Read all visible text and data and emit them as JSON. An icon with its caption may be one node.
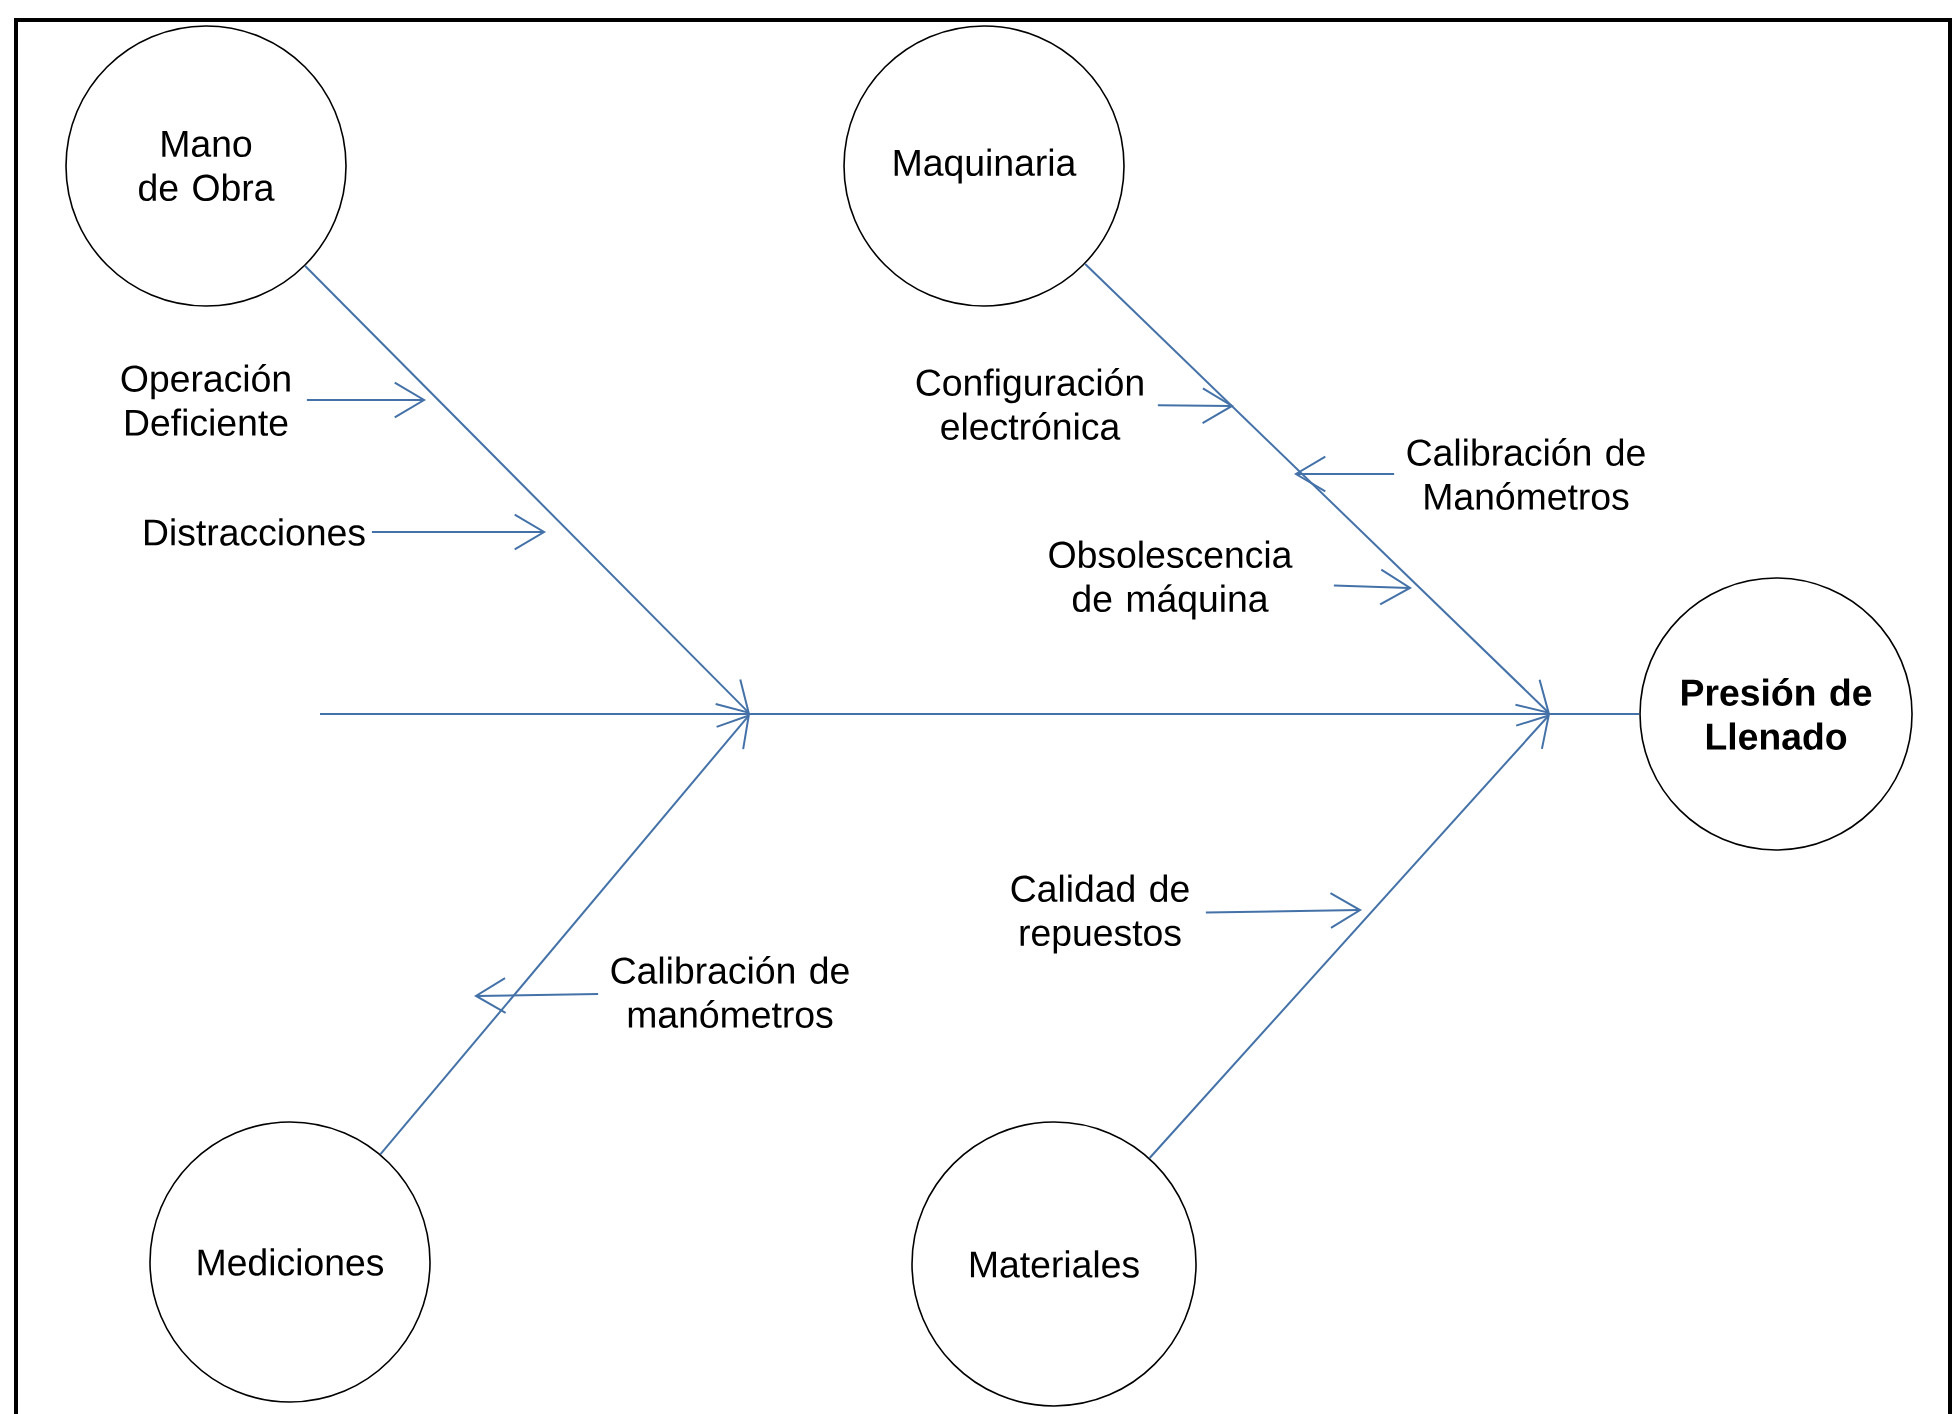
{
  "diagram": {
    "nodes": [
      {
        "text": [
          "Mano de Obra"
        ]
      },
      {
        "text": [
          "Maquinaria"
        ]
      },
      {
        "text": [
          "Presión de Llenado"
        ]
      },
      {
        "text": [
          "Mediciones"
        ]
      },
      {
        "text": [
          "Materiales"
        ]
      },
      {
        "text": [
          "Operación Deficiente"
        ]
      },
      {
        "text": [
          "Distracciones"
        ]
      },
      {
        "text": [
          "Configuración electrónica"
        ]
      },
      {
        "text": [
          "Calibración de Manómetros"
        ]
      },
      {
        "text": [
          "Obsolescencia de máquina"
        ]
      },
      {
        "text": [
          "Calidad de repuestos"
        ]
      },
      {
        "text": [
          "Calibración de manómetros"
        ]
      }
    ],
    "edges": [
      {
        "from": null,
        "to": 2,
        "arrow": "none"
      },
      {
        "from": 0,
        "to": null,
        "arrow": "to"
      },
      {
        "from": 1,
        "to": null,
        "arrow": "to"
      },
      {
        "from": 3,
        "to": null,
        "arrow": "to"
      },
      {
        "from": 4,
        "to": null,
        "arrow": "to"
      },
      {
        "from": 5,
        "to": null,
        "arrow": "to"
      },
      {
        "from": 6,
        "to": null,
        "arrow": "to"
      },
      {
        "from": 7,
        "to": null,
        "arrow": "to"
      },
      {
        "from": 8,
        "to": null,
        "arrow": "to"
      },
      {
        "from": 9,
        "to": null,
        "arrow": "to"
      },
      {
        "from": 10,
        "to": null,
        "arrow": "to"
      },
      {
        "from": 11,
        "to": null,
        "arrow": "to"
      }
    ]
  }
}
